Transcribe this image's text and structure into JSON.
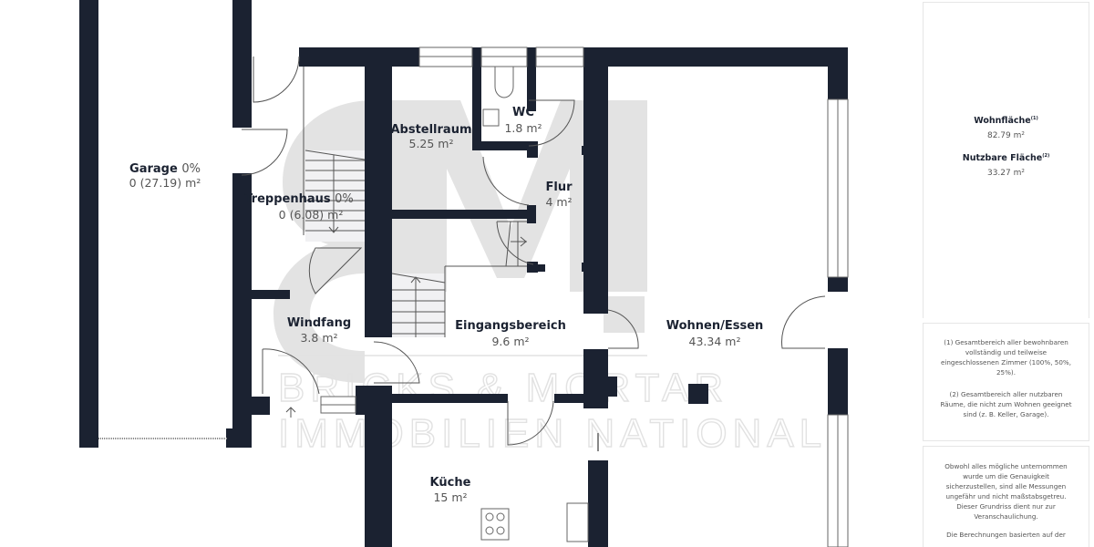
{
  "watermark": {
    "monogram": "BM",
    "line1": "BRICKS & MORTAR",
    "line2": "IMMOBILIEN NATIONAL"
  },
  "rooms": [
    {
      "id": "garage",
      "name": "Garage",
      "pct": "0%",
      "area": "0 (27.19) m²"
    },
    {
      "id": "treppenhaus",
      "name": "Treppenhaus",
      "pct": "0%",
      "area": "0 (6.08) m²"
    },
    {
      "id": "abstellraum",
      "name": "Abstellraum",
      "pct": "",
      "area": "5.25 m²"
    },
    {
      "id": "wc",
      "name": "WC",
      "pct": "",
      "area": "1.8 m²"
    },
    {
      "id": "flur",
      "name": "Flur",
      "pct": "",
      "area": "4 m²"
    },
    {
      "id": "windfang",
      "name": "Windfang",
      "pct": "",
      "area": "3.8 m²"
    },
    {
      "id": "eingangsbereich",
      "name": "Eingangsbereich",
      "pct": "",
      "area": "9.6 m²"
    },
    {
      "id": "wohnen",
      "name": "Wohnen/Essen",
      "pct": "",
      "area": "43.34 m²"
    },
    {
      "id": "kueche",
      "name": "Küche",
      "pct": "",
      "area": "15 m²"
    }
  ],
  "icons": {
    "entrance_arrow": "up-arrow-icon",
    "stair_arrow_down": "stair-down-arrow-icon",
    "stair_arrow_up": "stair-up-arrow-icon",
    "stair_arrow_right": "stair-right-arrow-icon"
  },
  "panel": {
    "wohnflaeche_label": "Wohnfläche",
    "wohnflaeche_sup": "(1)",
    "wohnflaeche_value": "82.79 m²",
    "nutzflaeche_label": "Nutzbare Fläche",
    "nutzflaeche_sup": "(2)",
    "nutzflaeche_value": "33.27 m²",
    "note1": "(1) Gesamtbereich aller bewohnbaren vollständig und teilweise eingeschlossenen Zimmer (100%, 50%, 25%).",
    "note2": "(2) Gesamtbereich aller nutzbaren Räume, die nicht zum Wohnen geeignet sind (z. B. Keller, Garage).",
    "disclaimer": "Obwohl alles mögliche unternommen wurde um die Genauigkeit sicherzustellen, sind alle Messungen ungefähr und nicht maßstabsgetreu. Dieser Grundriss dient nur zur Veranschaulichung.",
    "disclaimer2": "Die Berechnungen basierten auf der"
  }
}
